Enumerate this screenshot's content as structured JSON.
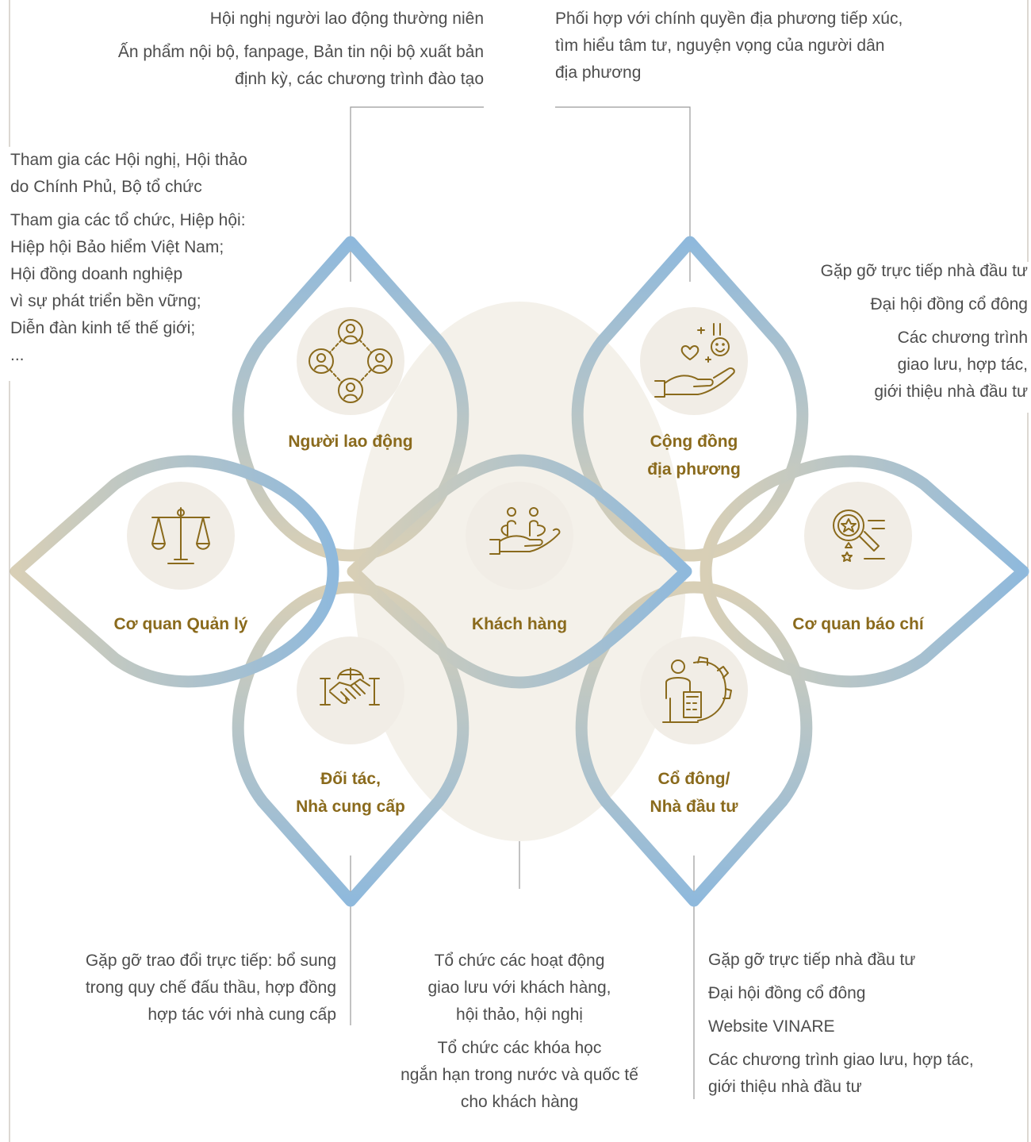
{
  "colors": {
    "accent_text": "#8a6a1c",
    "icon_stroke": "#8a6a1c",
    "icon_circle_fill": "#f1ede6",
    "center_blob": "#f4f1ea",
    "connector_line": "#9a9a9a",
    "gradient_blue": "#8fb9dc",
    "gradient_beige": "#d8cfb6"
  },
  "stakeholders": [
    {
      "id": "nguoi-lao-dong",
      "icon": "people-network-icon",
      "label_lines": [
        "Người lao động"
      ]
    },
    {
      "id": "cong-dong-dia-phuong",
      "icon": "hand-heart-smile-icon",
      "label_lines": [
        "Cộng đồng",
        "địa phương"
      ]
    },
    {
      "id": "co-quan-quan-ly",
      "icon": "scales-icon",
      "label_lines": [
        "Cơ quan Quản lý"
      ]
    },
    {
      "id": "khach-hang",
      "icon": "hand-holding-people-icon",
      "label_lines": [
        "Khách hàng"
      ]
    },
    {
      "id": "co-quan-bao-chi",
      "icon": "magnifier-star-icon",
      "label_lines": [
        "Cơ quan báo chí"
      ]
    },
    {
      "id": "doi-tac",
      "icon": "handshake-globe-icon",
      "label_lines": [
        "Đối tác,",
        "Nhà cung cấp"
      ]
    },
    {
      "id": "co-dong",
      "icon": "investor-gear-calculator-icon",
      "label_lines": [
        "Cổ đông/",
        "Nhà đầu tư"
      ]
    }
  ],
  "texts": {
    "top_left": [
      [
        "Hội nghị người lao động thường niên"
      ],
      [
        "Ấn phẩm nội bộ, fanpage, Bản tin nội bộ xuất bản",
        "định kỳ, các chương trình đào tạo"
      ]
    ],
    "top_right": [
      [
        "Phối hợp với chính quyền địa phương tiếp xúc,",
        "tìm hiểu tâm tư, nguyện vọng của người dân",
        "địa phương"
      ]
    ],
    "left": [
      [
        "Tham gia các Hội nghị, Hội thảo",
        "do Chính Phủ, Bộ tổ chức"
      ],
      [
        "Tham gia các tổ chức, Hiệp hội:",
        "Hiệp hội Bảo hiểm Việt Nam;",
        "Hội đồng doanh nghiệp",
        "vì sự phát triển bền vững;",
        "Diễn đàn kinh tế thế giới;",
        "..."
      ]
    ],
    "right": [
      [
        "Gặp gỡ trực tiếp nhà đầu tư"
      ],
      [
        "Đại hội đồng cổ đông"
      ],
      [
        "Các chương trình",
        "giao lưu, hợp tác,",
        "giới thiệu nhà đầu tư"
      ]
    ],
    "bottom_left": [
      [
        "Gặp gỡ trao đổi trực tiếp: bổ sung",
        "trong quy chế đấu thầu, hợp đồng",
        "hợp tác với nhà cung cấp"
      ]
    ],
    "bottom_center": [
      [
        "Tổ chức các hoạt động",
        "giao lưu với khách hàng,",
        "hội thảo, hội nghị"
      ],
      [
        "Tổ chức các khóa học",
        "ngắn hạn trong nước và quốc tế",
        "cho khách hàng"
      ]
    ],
    "bottom_right": [
      [
        "Gặp gỡ trực tiếp nhà đầu tư"
      ],
      [
        "Đại hội đồng cổ đông"
      ],
      [
        "Website VINARE"
      ],
      [
        "Các chương trình giao lưu, hợp tác,",
        "giới thiệu nhà đầu tư"
      ]
    ]
  }
}
